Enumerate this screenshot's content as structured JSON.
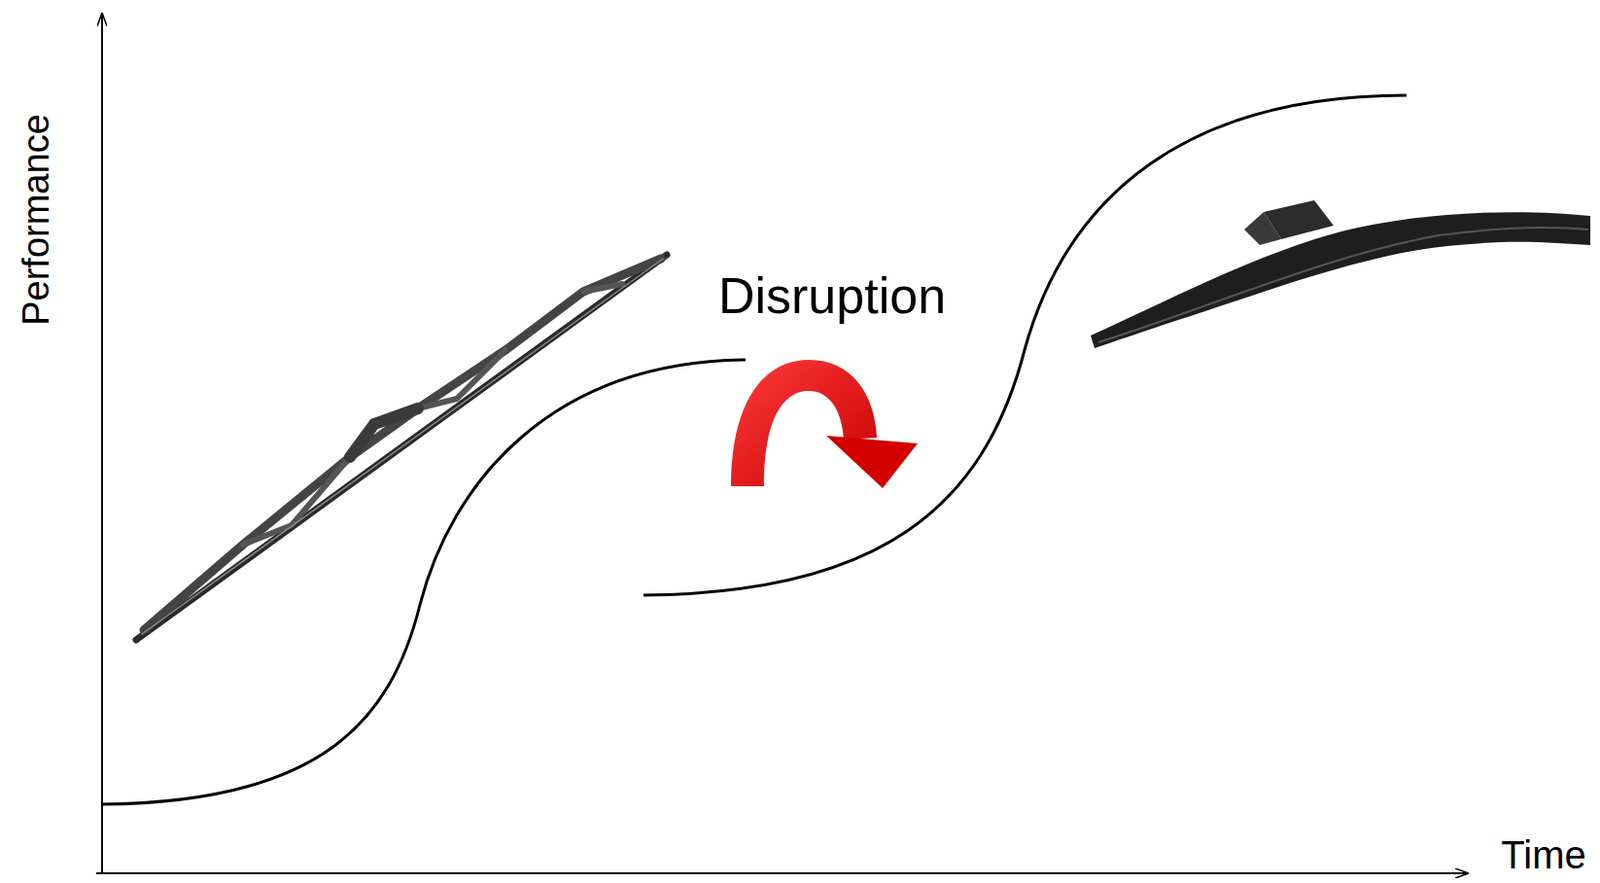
{
  "diagram": {
    "labels": [
      "Performance",
      "Disruption",
      "Time"
    ]
  }
}
